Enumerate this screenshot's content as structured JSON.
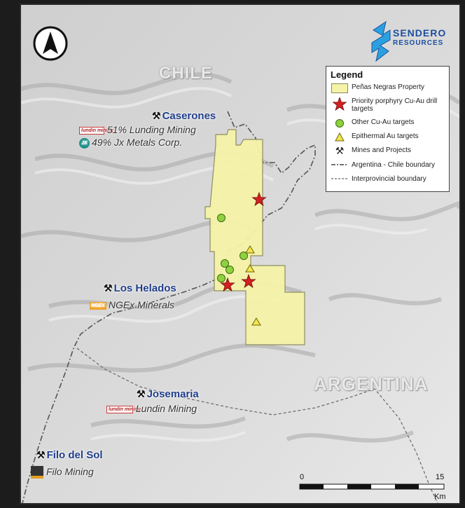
{
  "company": {
    "name_top": "SENDERO",
    "name_bottom": "RESOURCES"
  },
  "countries": {
    "chile": "CHILE",
    "argentina": "ARGENTINA"
  },
  "legend": {
    "title": "Legend",
    "items": [
      {
        "label": "Peñas Negras Property",
        "symbol": "property-box"
      },
      {
        "label": "Priority porphyry Cu-Au drill targets",
        "symbol": "red-star"
      },
      {
        "label": "Other Cu-Au targets",
        "symbol": "green-circle"
      },
      {
        "label": "Epithermal Au targets",
        "symbol": "yellow-triangle"
      },
      {
        "label": "Mines and Projects",
        "symbol": "hammer-pick"
      },
      {
        "label": "Argentina - Chile boundary",
        "symbol": "dash-dot-line"
      },
      {
        "label": "Interprovincial boundary",
        "symbol": "dashed-line"
      }
    ]
  },
  "mines": {
    "caserones": {
      "name": "Caserones",
      "owner1": "51% Lunding Mining",
      "owner2": "49% Jx Metals Corp.",
      "logo1": "lundin mining",
      "logo2": "JX"
    },
    "los_helados": {
      "name": "Los Helados",
      "owner": "NGEx Minerals",
      "logo": "NGEX"
    },
    "josemaria": {
      "name": "Josemaria",
      "owner": "Lundin Mining",
      "logo": "lundin mining"
    },
    "filo_del_sol": {
      "name": "Filo del Sol",
      "owner": "Filo Mining",
      "logo": "FILO"
    }
  },
  "scale": {
    "start": "0",
    "end": "15",
    "unit": "Km"
  },
  "colors": {
    "property": "#f5f3a8",
    "star": "#d42020",
    "circle": "#8fd13f",
    "triangle": "#f4e64a",
    "mine_name": "#1f3d8a",
    "brand": "#1c4fa0"
  }
}
